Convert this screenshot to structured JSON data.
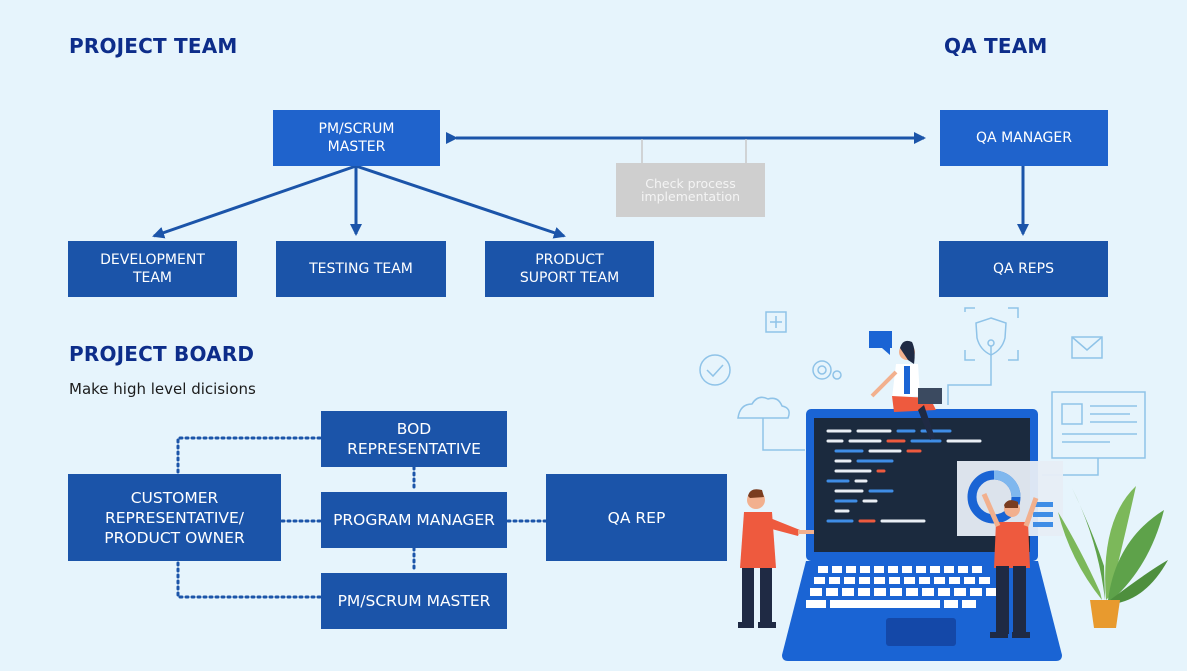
{
  "headings": {
    "project_team": "PROJECT TEAM",
    "qa_team": "QA TEAM",
    "project_board": "PROJECT BOARD",
    "project_board_sub": "Make high level dicisions"
  },
  "project_team": {
    "pm": "PM/SCRUM\nMASTER",
    "development": "DEVELOPMENT\nTEAM",
    "testing": "TESTING TEAM",
    "product_support": "PRODUCT\nSUPORT TEAM"
  },
  "qa_team": {
    "manager": "QA MANAGER",
    "reps": "QA REPS"
  },
  "note": "Check process\nimplementation",
  "project_board": {
    "bod": "BOD\nREPRESENTATIVE",
    "customer": "CUSTOMER\nREPRESENTATIVE/\nPRODUCT OWNER",
    "program_manager": "PROGRAM MANAGER",
    "qa_rep": "QA REP",
    "pm": "PM/SCRUM MASTER"
  },
  "colors": {
    "heading": "#0d2d8a",
    "box_bright": "#1f63cc",
    "box_dark": "#1b54a9",
    "arrow": "#1b54a9",
    "note_bg": "#cfcfcf",
    "background": "#e6f4fc"
  },
  "illustration": {
    "icons": [
      "plus-icon",
      "shield-icon",
      "mail-icon",
      "check-icon",
      "gear-icon",
      "cloud-icon",
      "chat-icon",
      "document-icon"
    ]
  }
}
